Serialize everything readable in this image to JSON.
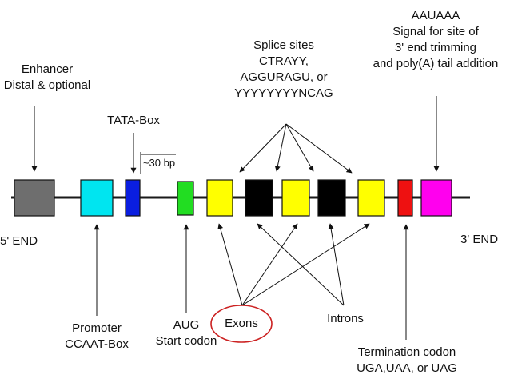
{
  "labels": {
    "enhancer": [
      "Enhancer",
      "Distal & optional"
    ],
    "tata": "TATA-Box",
    "bp": "~30 bp",
    "splice": [
      "Splice sites",
      "CTRAYY,",
      "AGGURAGU, or",
      "YYYYYYYYNCAG"
    ],
    "polya": [
      "AAUAAA",
      "Signal for site of",
      "3' end trimming",
      "and poly(A) tail addition"
    ],
    "end5": "5' END",
    "end3": "3' END",
    "promoter": [
      "Promoter",
      "CCAAT-Box"
    ],
    "aug": [
      "AUG",
      "Start codon"
    ],
    "exons": "Exons",
    "introns": "Introns",
    "termination": [
      "Termination codon",
      "UGA,UAA, or UAG"
    ]
  },
  "elements": [
    {
      "name": "enhancer",
      "color": "#6e6e6e"
    },
    {
      "name": "promoter",
      "color": "#00e5f0"
    },
    {
      "name": "tata-box",
      "color": "#0a1ee0"
    },
    {
      "name": "start-codon",
      "color": "#22dd22"
    },
    {
      "name": "exon-1",
      "color": "#ffff00"
    },
    {
      "name": "intron-1",
      "color": "#000000"
    },
    {
      "name": "exon-2",
      "color": "#ffff00"
    },
    {
      "name": "intron-2",
      "color": "#000000"
    },
    {
      "name": "exon-3",
      "color": "#ffff00"
    },
    {
      "name": "termination-codon",
      "color": "#ee1111"
    },
    {
      "name": "polya-signal",
      "color": "#ff00ee"
    }
  ],
  "colors": {
    "exons_circle": "#cc2222",
    "backbone": "#1a1a1a"
  }
}
